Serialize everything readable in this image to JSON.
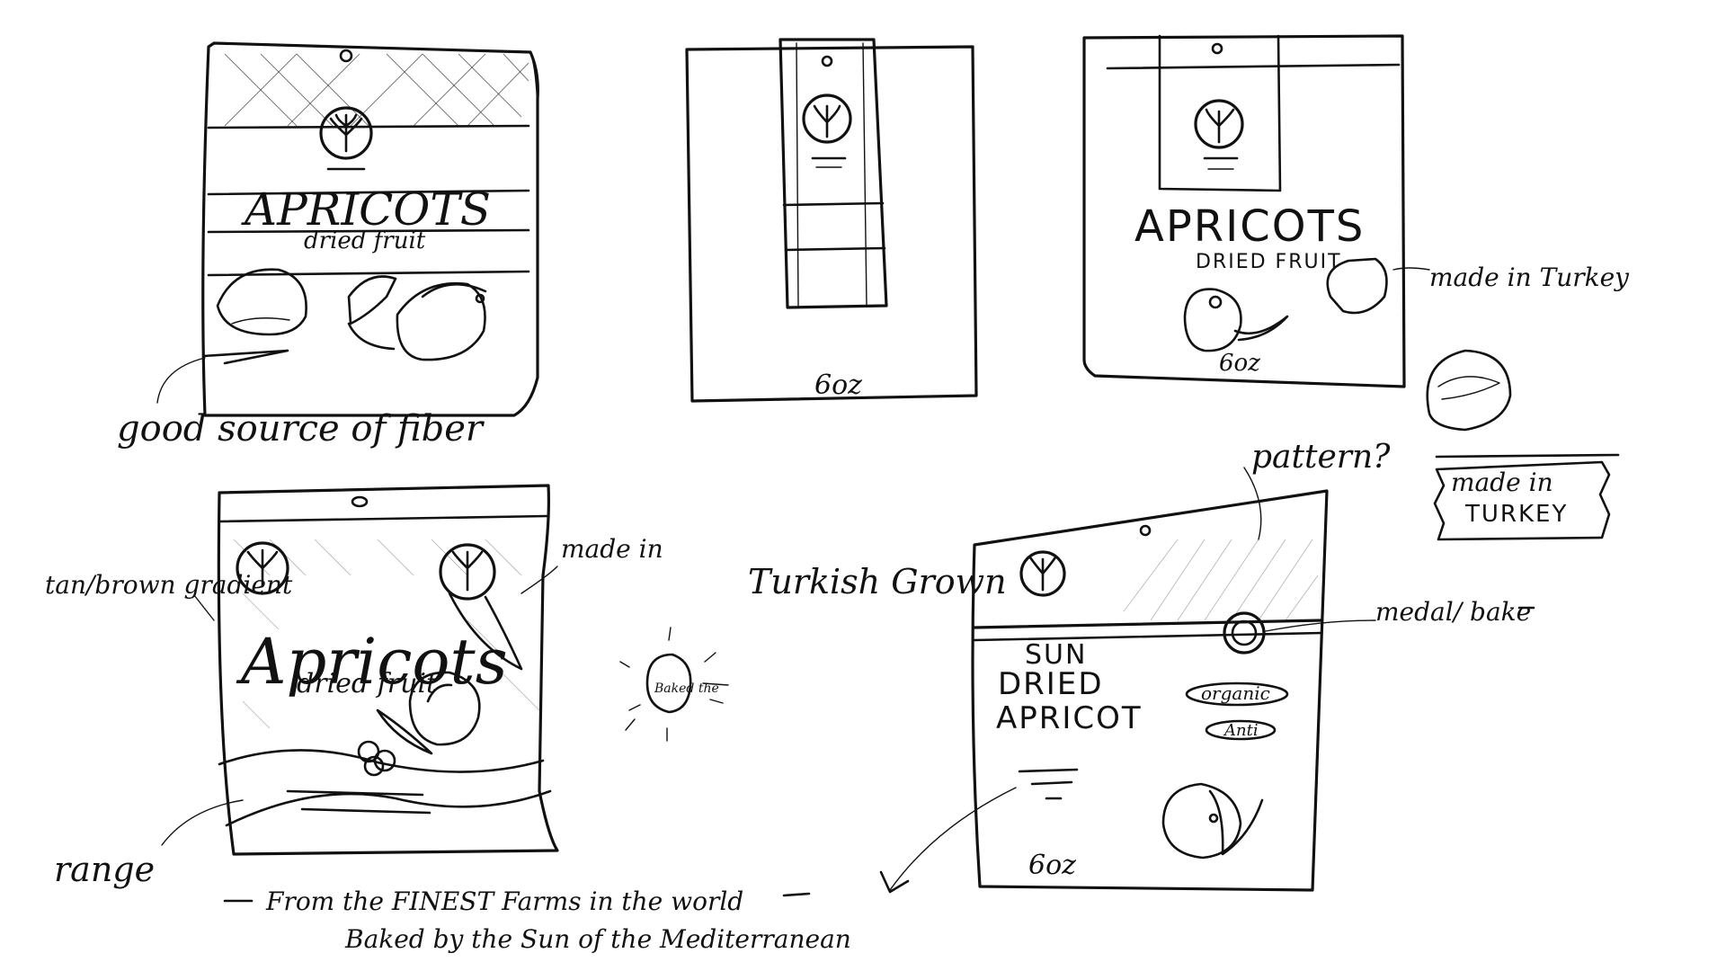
{
  "sketch1": {
    "title": "APRICOTS",
    "subtitle": "dried fruit",
    "note": "good source of fiber"
  },
  "sketch2": {
    "weight": "6oz"
  },
  "sketch3": {
    "title": "APRICOTS",
    "subtitle": "DRIED FRUIT",
    "weight": "6oz",
    "note": "made in Turkey"
  },
  "sketch4": {
    "title": "Apricots",
    "subtitle": "dried fruit",
    "note_gradient": "tan/brown gradient",
    "note_made_in": "made in",
    "note_range": "range"
  },
  "floating": {
    "turkish_grown": "Turkish Grown",
    "badge_text": "Baked the",
    "pattern_note": "pattern?",
    "made_in_turkey_box": "made in TURKEY"
  },
  "sketch5": {
    "title_line1": "SUN",
    "title_line2": "DRIED",
    "title_line3": "APRICOT",
    "badge_organic": "organic",
    "badge_2": "Anti",
    "weight": "6oz",
    "note_medal": "medal/ bake"
  },
  "tagline": {
    "line1": "From the FINEST Farms in the world",
    "line2": "Baked by the Sun of the Mediterranean"
  }
}
